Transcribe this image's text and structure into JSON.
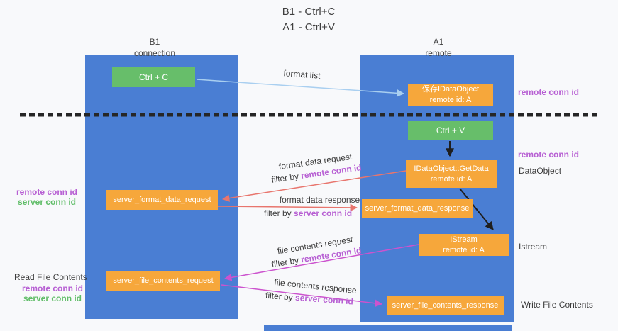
{
  "title": {
    "line1": "B1 - Ctrl+C",
    "line2": "A1 - Ctrl+V"
  },
  "lifelines": {
    "left": {
      "name": "B1",
      "role": "connection"
    },
    "right": {
      "name": "A1",
      "role": "remote"
    }
  },
  "nodes": {
    "ctrl_c": {
      "label": "Ctrl + C"
    },
    "save_idataobject": {
      "line1": "保存IDataObject",
      "line2": "remote id: A"
    },
    "ctrl_v": {
      "label": "Ctrl + V"
    },
    "getdata": {
      "line1": "IDataObject::GetData",
      "line2": "remote id: A"
    },
    "format_request": {
      "label": "server_format_data_request"
    },
    "format_response": {
      "label": "server_format_data_response"
    },
    "istream": {
      "line1": "IStream",
      "line2": "remote id: A"
    },
    "file_request": {
      "label": "server_file_contents_request"
    },
    "file_response": {
      "label": "server_file_contents_response"
    }
  },
  "arrow_labels": {
    "format_list": "format list",
    "format_data_request": "format data request",
    "format_data_response": "format data response",
    "file_contents_request": "file contents request",
    "file_contents_response": "file contents response",
    "filter_by": "filter by ",
    "remote_conn_id": "remote conn id",
    "server_conn_id": "server conn id"
  },
  "side_labels": {
    "remote_conn_id": "remote conn id",
    "server_conn_id": "server conn id",
    "dataobject": "DataObject",
    "istream": "Istream",
    "read_file_contents": "Read File Contents",
    "write_file_contents": "Write File Contents"
  },
  "colors": {
    "lifeline_blue": "#4A7ED3",
    "node_green": "#67BE6A",
    "node_orange": "#F6A73B",
    "purple": "#B75FD3",
    "green_text": "#60BD68",
    "arrow_light_blue": "#A9CFF0",
    "arrow_salmon": "#E8756D",
    "arrow_magenta": "#CC53CE",
    "arrow_black": "#1F1F1F"
  }
}
